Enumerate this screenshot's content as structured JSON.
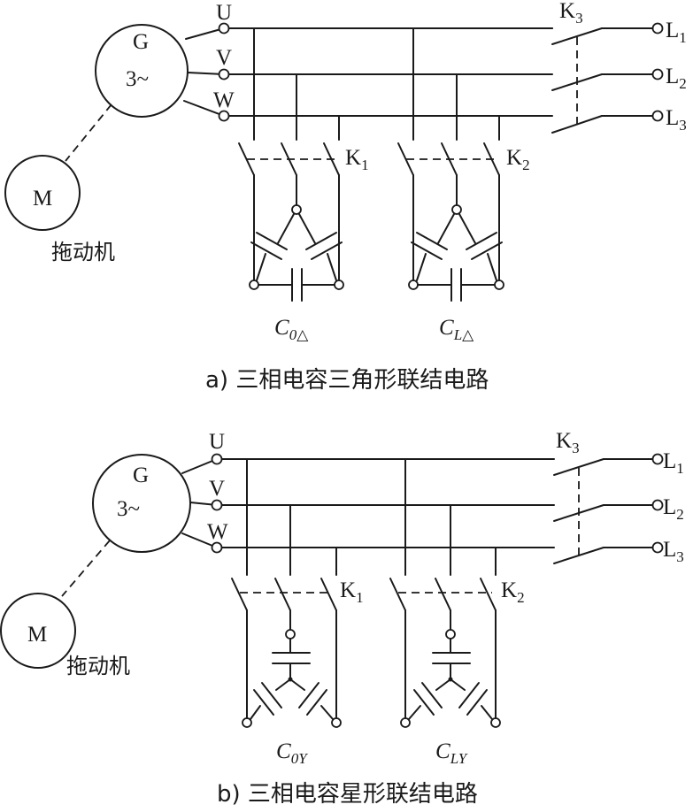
{
  "labels": {
    "generator": "G",
    "generator_phase": "3~",
    "motor": "M",
    "drive_machine": "拖动机",
    "phase_u": "U",
    "phase_v": "V",
    "phase_w": "W",
    "switch_letter": "K",
    "switch_k1_sub": "1",
    "switch_k2_sub": "2",
    "switch_k3_sub": "3",
    "line_letter": "L",
    "line_l1_sub": "1",
    "line_l2_sub": "2",
    "line_l3_sub": "3",
    "cap_letter": "C"
  },
  "figure_a": {
    "caption": "a) 三相电容三角形联结电路",
    "cap_left_sub": "0△",
    "cap_right_sub": "L△"
  },
  "figure_b": {
    "caption": "b) 三相电容星形联结电路",
    "cap_left_sub": "0Y",
    "cap_right_sub": "LY"
  }
}
